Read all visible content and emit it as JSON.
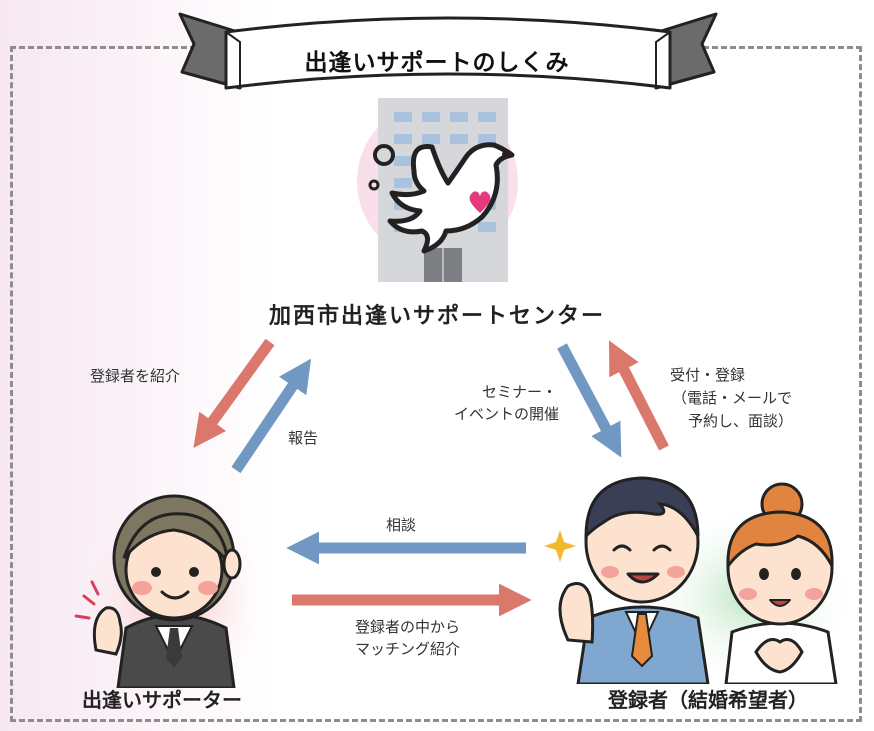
{
  "title": "出逢いサポートのしくみ",
  "center": {
    "label": "加西市出逢いサポートセンター"
  },
  "arrows": {
    "introduce_registrant": "登録者を紹介",
    "report": "報告",
    "events_line1": "セミナー・",
    "events_line2": "イベントの開催",
    "reception_line1": "受付・登録",
    "reception_line2": "（電話・メールで",
    "reception_line3": "予約し、面談）",
    "consult": "相談",
    "matching_line1": "登録者の中から",
    "matching_line2": "マッチング紹介"
  },
  "supporter": {
    "label": "出逢いサポーター"
  },
  "registrant": {
    "label": "登録者（結婚希望者）"
  },
  "colors": {
    "arrow_red": "#d9786b",
    "arrow_blue": "#7198c2",
    "frame": "#8d8d8d",
    "background_pink": "#f7e7f2"
  }
}
